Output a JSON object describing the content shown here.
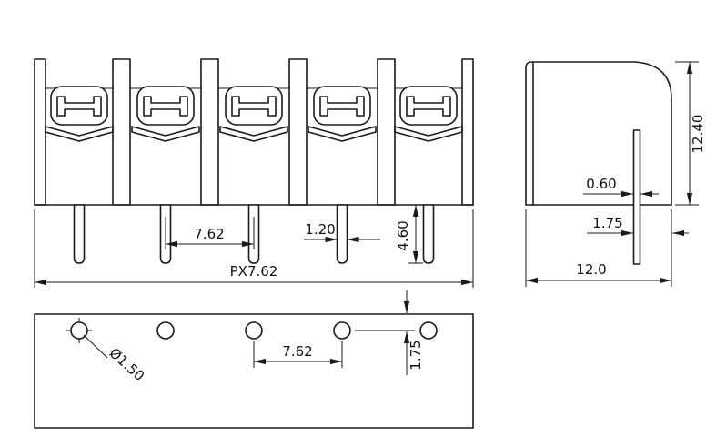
{
  "drawing": {
    "front_view": {
      "pitch": "7.62",
      "pin_width": "1.20",
      "pin_length": "4.60",
      "total_width": "PX7.62"
    },
    "side_view": {
      "height": "12.40",
      "pin_thickness": "0.60",
      "pin_offset": "1.75",
      "depth": "12.0"
    },
    "bottom_view": {
      "hole_diameter": "Ø1.50",
      "hole_pitch": "7.62",
      "row_offset": "1.75"
    },
    "colors": {
      "line": "#1a1a1a",
      "background": "#ffffff"
    }
  }
}
